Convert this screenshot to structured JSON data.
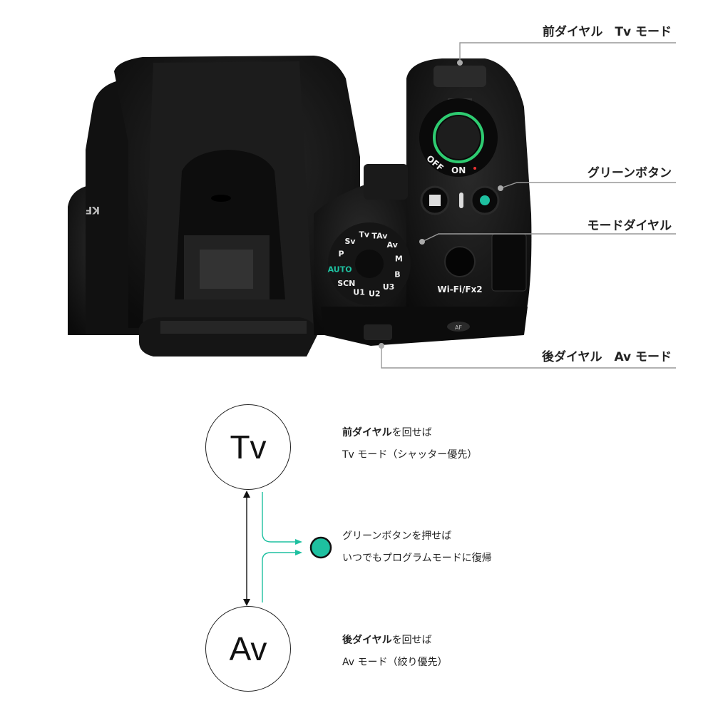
{
  "callouts": {
    "front_dial": "前ダイヤル　Tv モード",
    "green_button": "グリーンボタン",
    "mode_dial": "モードダイヤル",
    "rear_dial": "後ダイヤル　Av モード"
  },
  "camera": {
    "power_off": "OFF",
    "power_on": "ON",
    "wifi_button": "Wi-Fi/Fx2",
    "af_button": "AF",
    "model": "KF",
    "mode_dial_labels": [
      "P",
      "Sv",
      "Tv",
      "TAv",
      "Av",
      "M",
      "B",
      "U3",
      "U2",
      "U1",
      "SCN",
      "AUTO"
    ]
  },
  "diagram": {
    "tv_symbol": "Tv",
    "av_symbol": "Av",
    "tv_desc_bold": "前ダイヤル",
    "tv_desc_rest": "を回せば",
    "tv_desc_line2": "Tv モード（シャッター優先）",
    "green_desc_line1": "グリーンボタンを押せば",
    "green_desc_line2": "いつでもプログラムモードに復帰",
    "av_desc_bold": "後ダイヤル",
    "av_desc_rest": "を回せば",
    "av_desc_line2": "Av モード（絞り優先）"
  },
  "colors": {
    "accent": "#1ec0a0",
    "body": "#141414",
    "leader": "#999999"
  }
}
